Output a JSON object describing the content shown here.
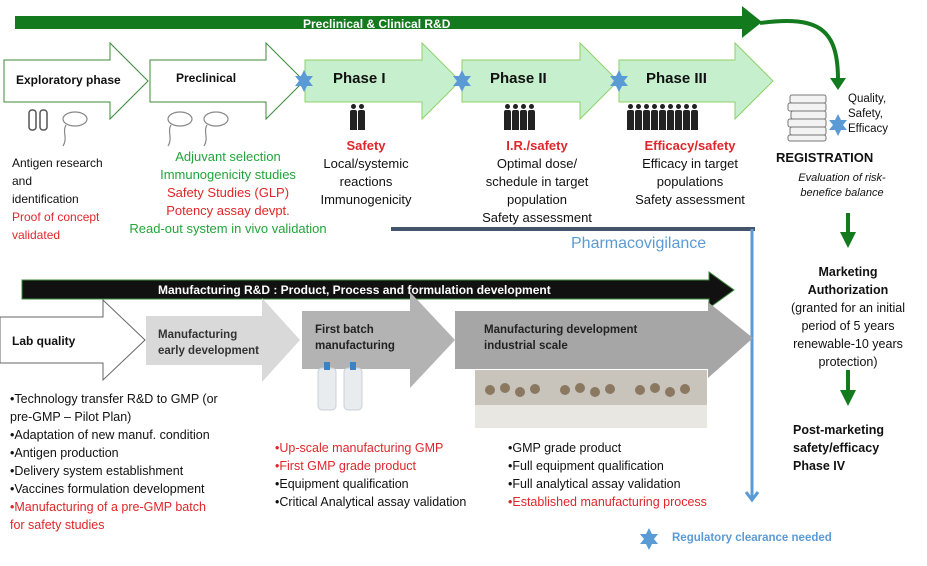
{
  "top_banner": {
    "label": "Preclinical & Clinical R&D",
    "color": "#147a1e"
  },
  "clinical_phases": [
    {
      "label": "Exploratory phase",
      "style": "white"
    },
    {
      "label": "Preclinical",
      "style": "white"
    },
    {
      "label": "Phase I",
      "style": "green"
    },
    {
      "label": "Phase II",
      "style": "green"
    },
    {
      "label": "Phase III",
      "style": "green"
    }
  ],
  "exploratory": {
    "icons": [
      "test-tubes-icon",
      "mouse-icon"
    ],
    "lines": [
      {
        "text": "Antigen research",
        "color": "black"
      },
      {
        "text": "and",
        "color": "black"
      },
      {
        "text": "identification",
        "color": "black"
      },
      {
        "text": "Proof of concept",
        "color": "red"
      },
      {
        "text": "validated",
        "color": "red"
      }
    ]
  },
  "preclinical": {
    "icons": [
      "mouse-icon",
      "mouse-icon"
    ],
    "lines": [
      {
        "text": "Adjuvant selection",
        "color": "green"
      },
      {
        "text": "Immunogenicity studies",
        "color": "green"
      },
      {
        "text": "Safety Studies (GLP)",
        "color": "red"
      },
      {
        "text": "Potency assay devpt.",
        "color": "red"
      },
      {
        "text": "Read-out system in vivo validation",
        "color": "green"
      }
    ]
  },
  "phase1": {
    "people_count": 2,
    "heading": "Safety",
    "lines": [
      "Local/systemic",
      "reactions",
      "Immunogenicity"
    ]
  },
  "phase2": {
    "people_count": 4,
    "heading": "I.R./safety",
    "lines": [
      "Optimal dose/",
      "schedule in target",
      "population",
      "Safety assessment"
    ]
  },
  "phase3": {
    "people_count": 9,
    "heading": "Efficacy/safety",
    "lines": [
      "Efficacy in target",
      "populations",
      "Safety assessment"
    ]
  },
  "registration": {
    "criteria": [
      "Quality,",
      "Safety,",
      "Efficacy"
    ],
    "title": "REGISTRATION",
    "subtitle_lines": [
      "Evaluation of risk-",
      "benefice balance"
    ]
  },
  "marketing": {
    "title_lines": [
      "Marketing",
      "Authorization"
    ],
    "detail_lines": [
      "(granted for an initial",
      "period of 5 years",
      "renewable-10 years",
      "protection)"
    ]
  },
  "post_marketing": {
    "lines": [
      "Post-marketing",
      "safety/efficacy",
      "Phase IV"
    ]
  },
  "pharmacovigilance": {
    "label": "Pharmacovigilance",
    "color": "#5b9bd5"
  },
  "manufacturing_banner": {
    "label": "Manufacturing R&D : Product, Process and formulation development",
    "color": "#111111"
  },
  "manufacturing_stages": [
    {
      "lines": [
        "Lab quality"
      ],
      "fill": "#ffffff"
    },
    {
      "lines": [
        "Manufacturing",
        "early development"
      ],
      "fill": "#d9d9d9"
    },
    {
      "lines": [
        "First batch",
        "manufacturing"
      ],
      "fill": "#b3b3b3"
    },
    {
      "lines": [
        "Manufacturing development",
        "industrial scale"
      ],
      "fill": "#a6a6a6"
    }
  ],
  "lab_quality_list": [
    {
      "text": "•Technology transfer R&D to GMP (or",
      "color": "black"
    },
    {
      "text": "pre-GMP – Pilot Plan)",
      "color": "black"
    },
    {
      "text": "•Adaptation of new manuf. condition",
      "color": "black"
    },
    {
      "text": "•Antigen production",
      "color": "black"
    },
    {
      "text": "•Delivery system establishment",
      "color": "black"
    },
    {
      "text": "•Vaccines formulation development",
      "color": "black"
    },
    {
      "text": "•Manufacturing of a pre-GMP batch",
      "color": "red"
    },
    {
      "text": "for safety studies",
      "color": "red"
    }
  ],
  "first_batch_list": [
    {
      "text": "•Up-scale manufacturing GMP",
      "color": "red"
    },
    {
      "text": "•First GMP grade product",
      "color": "red"
    },
    {
      "text": "•Equipment qualification",
      "color": "black"
    },
    {
      "text": "•Critical Analytical assay validation",
      "color": "black"
    }
  ],
  "industrial_list": [
    {
      "text": "•GMP grade product",
      "color": "black"
    },
    {
      "text": "•Full equipment qualification",
      "color": "black"
    },
    {
      "text": "•Full analytical assay validation",
      "color": "black"
    },
    {
      "text": "•Established manufacturing process",
      "color": "red"
    }
  ],
  "legend": {
    "icon": "star-icon",
    "label": "Regulatory clearance needed",
    "color": "#5b9bd5"
  }
}
